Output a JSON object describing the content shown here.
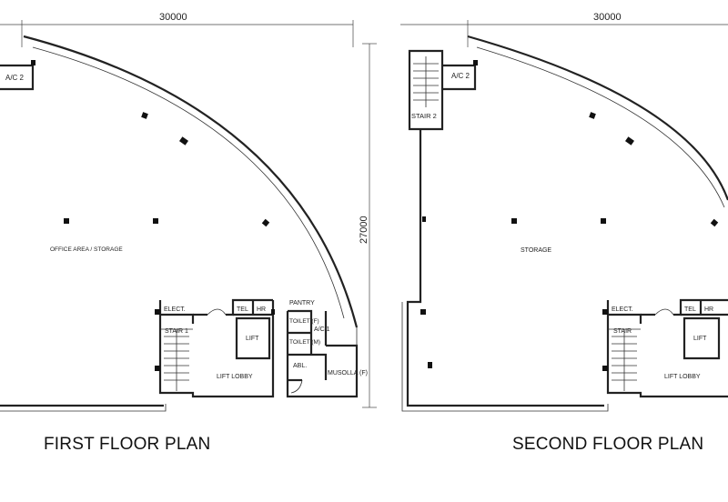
{
  "dims": {
    "width_left": "30000",
    "width_right": "30000",
    "height": "27000"
  },
  "plans": [
    {
      "title": "FIRST FLOOR PLAN",
      "rooms": {
        "ac2": "A/C 2",
        "main": "OFFICE AREA / STORAGE",
        "elect": "ELECT.",
        "tel": "TEL",
        "hr": "HR",
        "lift": "LIFT",
        "stair1": "STAIR 1",
        "lift_lobby": "LIFT LOBBY",
        "pantry": "PANTRY",
        "toilet_f": "TOILET (F)",
        "toilet_m": "TOILET (M)",
        "ac1": "A/C 1",
        "abl": "ABL.",
        "musolla": "MUSOLLA (F)"
      }
    },
    {
      "title": "SECOND FLOOR PLAN",
      "rooms": {
        "ac2": "A/C 2",
        "stair2": "STAIR 2",
        "main": "STORAGE",
        "elect": "ELECT.",
        "tel": "TEL",
        "hr": "HR",
        "lift": "LIFT",
        "stair1": "STAIR",
        "lift_lobby": "LIFT LOBBY"
      }
    }
  ]
}
